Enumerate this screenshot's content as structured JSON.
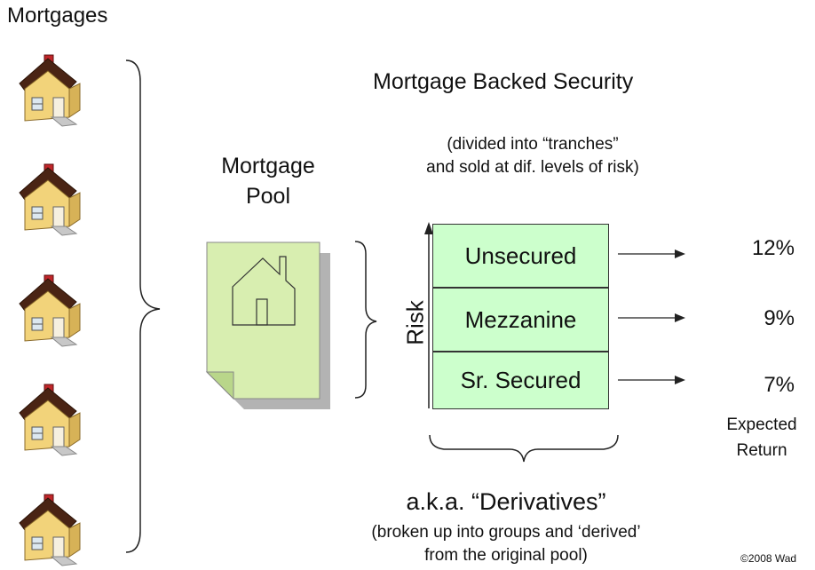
{
  "mortgages": {
    "title": "Mortgages",
    "house_count": 5,
    "house_icon": "house-icon"
  },
  "pool": {
    "title_line1": "Mortgage",
    "title_line2": "Pool",
    "icon": "document-house-icon"
  },
  "mbs": {
    "title": "Mortgage Backed Security",
    "subtitle_line1": "(divided into “tranches”",
    "subtitle_line2": "and sold at dif. levels of risk)"
  },
  "tranches": [
    {
      "label": "Unsecured",
      "return": "12%"
    },
    {
      "label": "Mezzanine",
      "return": "9%"
    },
    {
      "label": "Sr. Secured",
      "return": "7%"
    }
  ],
  "risk_label": "Risk",
  "expected_return": {
    "line1": "Expected",
    "line2": "Return"
  },
  "derivatives": {
    "title": "a.k.a. “Derivatives”",
    "subtitle_line1": "(broken up into groups and ‘derived’",
    "subtitle_line2": "from the original pool)"
  },
  "copyright": "©2008 Wad",
  "colors": {
    "tranche_fill": "#ccffcc",
    "pool_fill": "#d8eeb0",
    "house_wall": "#f2d37a",
    "house_roof": "#5a2a14",
    "chimney": "#c0262a"
  }
}
